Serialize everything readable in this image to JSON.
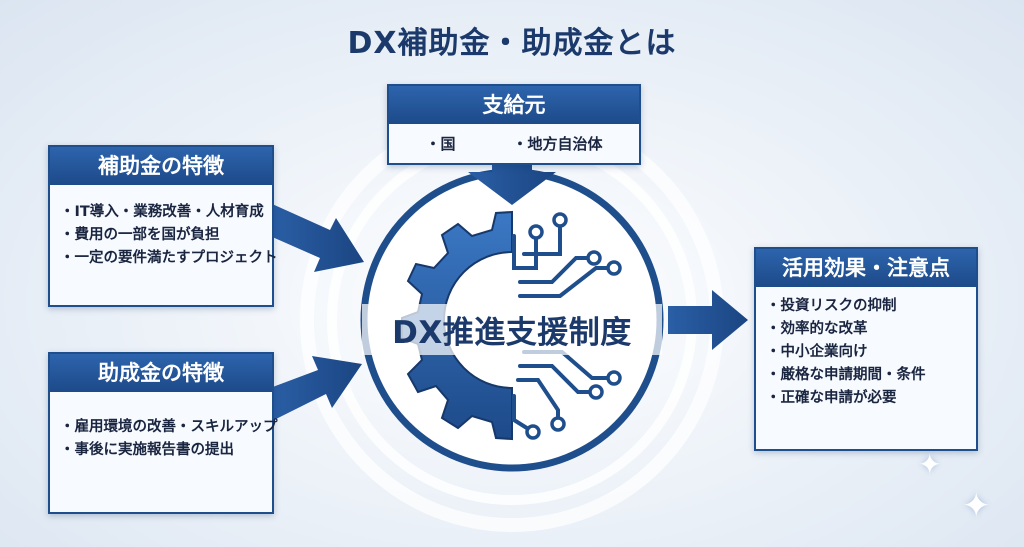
{
  "title": "DX補助金・助成金とは",
  "source": {
    "header": "支給元",
    "items": [
      "・国",
      "・地方自治体"
    ]
  },
  "subsidy": {
    "header": "補助金の特徴",
    "items": [
      "・IT導入・業務改善・人材育成",
      "・費用の一部を国が負担",
      "・一定の要件満たすプロジェクト"
    ]
  },
  "grant": {
    "header": "助成金の特徴",
    "items": [
      "・雇用環境の改善・スキルアップ",
      "・事後に実施報告書の提出"
    ]
  },
  "effects": {
    "header": "活用効果・注意点",
    "items": [
      "・投資リスクの抑制",
      "・効率的な改革",
      "・中小企業向け",
      "・厳格な申請期間・条件",
      "・正確な申請が必要"
    ]
  },
  "center": {
    "label": "DX推進支援制度",
    "icon": "gear-circuit-icon"
  },
  "colors": {
    "primary": "#1f4e8c",
    "header": "#2d64ad",
    "arrow": "#1f4e8c",
    "text": "#1a2540"
  }
}
